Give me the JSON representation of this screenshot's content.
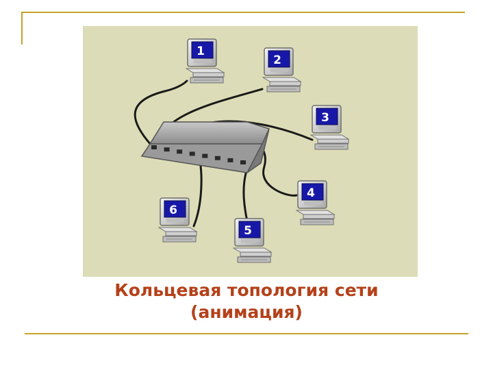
{
  "colors": {
    "accent_line": "#c9a227",
    "diagram_background": "#dcdcb8",
    "caption_text": "#b5411a",
    "screen_blue": "#1818a8",
    "cable": "#1a1a1a"
  },
  "diagram": {
    "hub": {
      "icon": "network-hub-icon",
      "port_count": 8
    },
    "computers": [
      {
        "label": "1",
        "icon": "computer-icon"
      },
      {
        "label": "2",
        "icon": "computer-icon"
      },
      {
        "label": "3",
        "icon": "computer-icon"
      },
      {
        "label": "4",
        "icon": "computer-icon"
      },
      {
        "label": "5",
        "icon": "computer-icon"
      },
      {
        "label": "6",
        "icon": "computer-icon"
      }
    ]
  },
  "caption": {
    "line1": "Кольцевая топология сети",
    "line2": "(анимация)"
  }
}
